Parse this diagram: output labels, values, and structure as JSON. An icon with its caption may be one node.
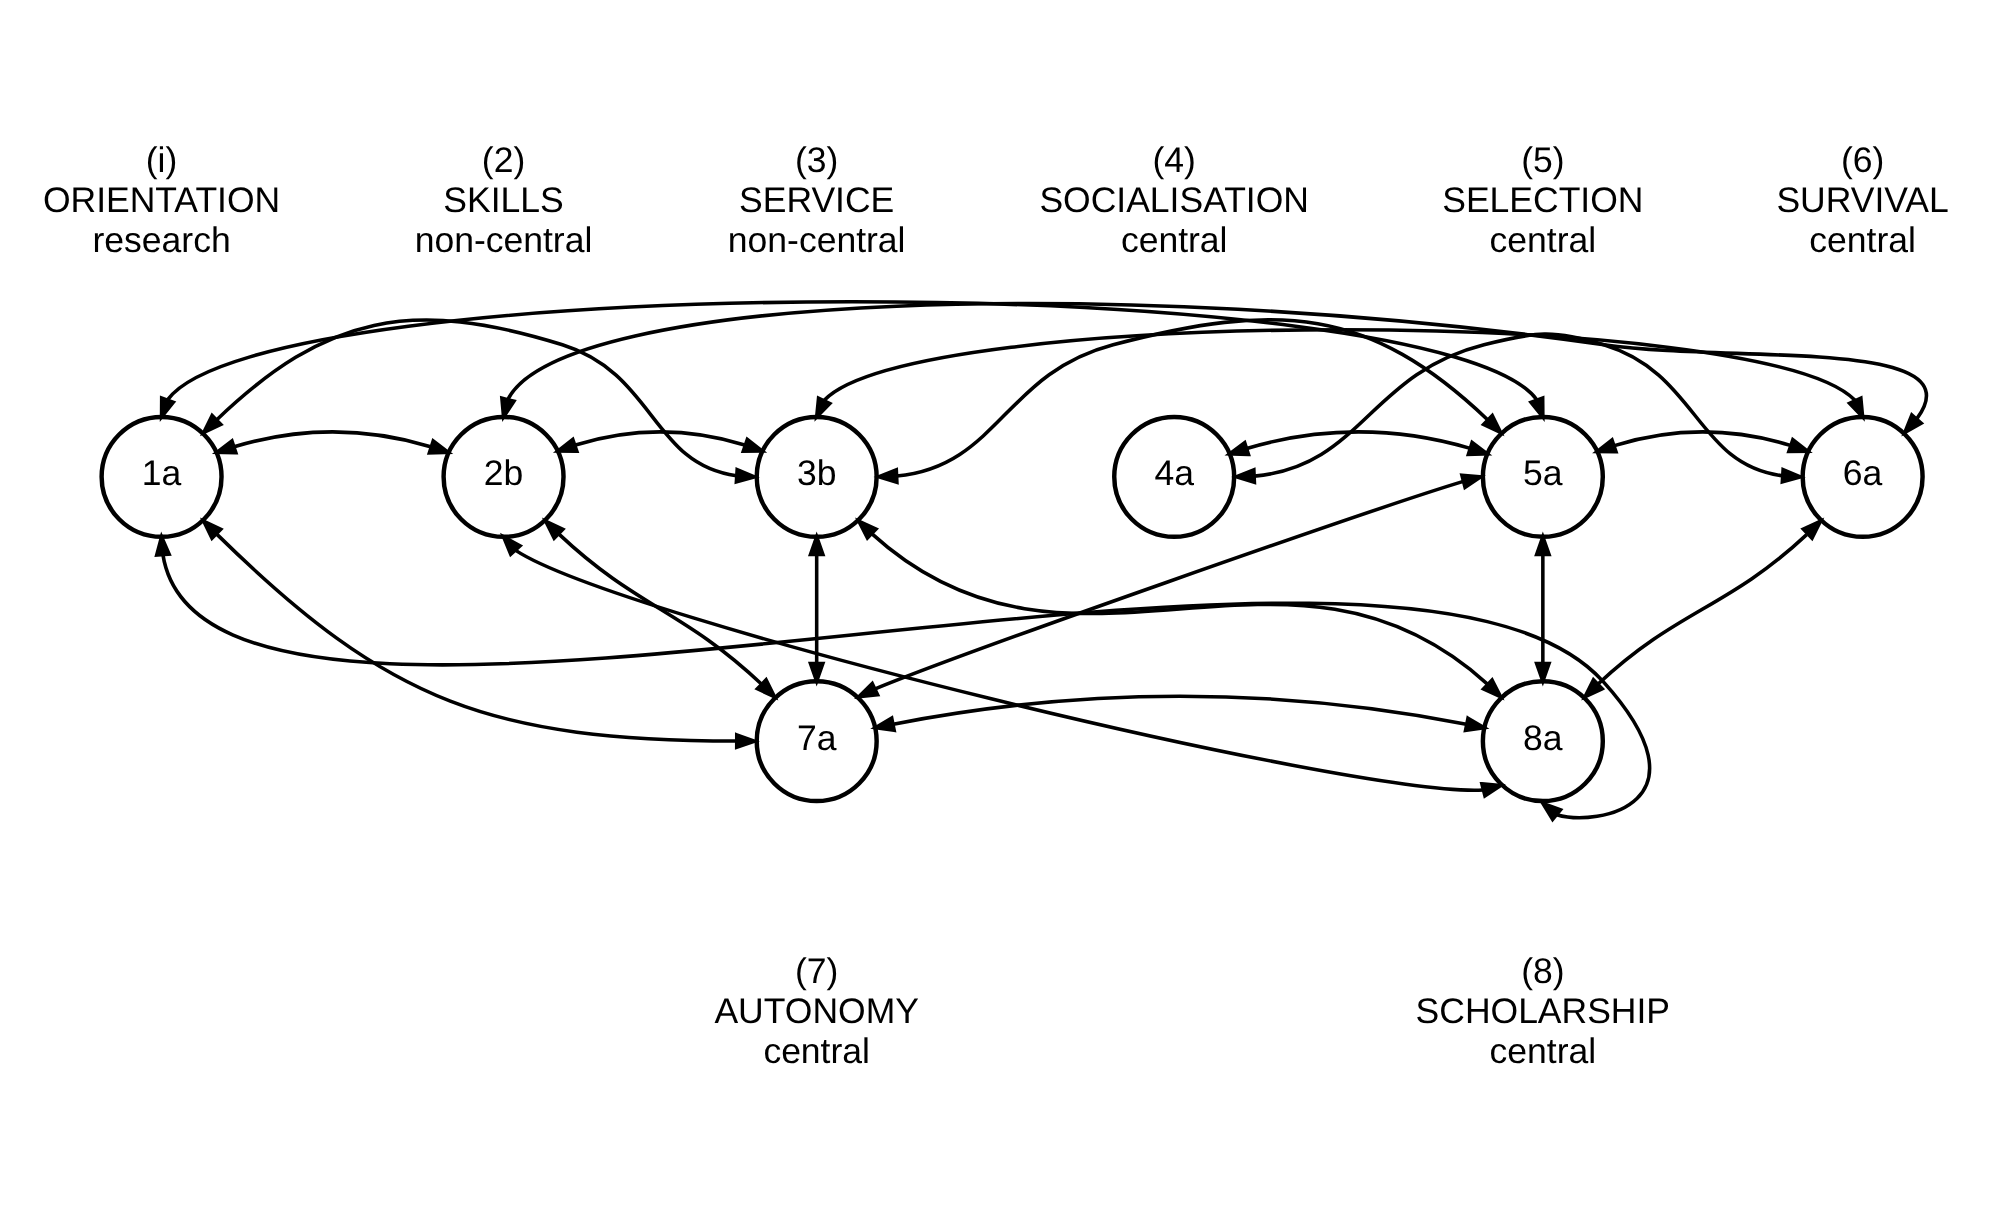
{
  "diagram": {
    "nodes": [
      {
        "text": [
          "1a"
        ]
      },
      {
        "text": [
          "2b"
        ]
      },
      {
        "text": [
          "3b"
        ]
      },
      {
        "text": [
          "4a"
        ]
      },
      {
        "text": [
          "5a"
        ]
      },
      {
        "text": [
          "6a"
        ]
      },
      {
        "text": [
          "7a"
        ]
      },
      {
        "text": [
          "8a"
        ]
      }
    ],
    "edges": [
      {
        "from": 1,
        "to": 5,
        "arrow": "both"
      },
      {
        "from": 2,
        "to": 5,
        "arrow": "both"
      },
      {
        "from": 0,
        "to": 4,
        "arrow": "both"
      },
      {
        "from": 2,
        "to": 4,
        "arrow": "both"
      },
      {
        "from": 6,
        "to": 4,
        "arrow": "both"
      },
      {
        "from": 4,
        "to": 3,
        "arrow": "both"
      },
      {
        "from": 0,
        "to": 2,
        "arrow": "both"
      },
      {
        "from": 0,
        "to": 1,
        "arrow": "both"
      },
      {
        "from": 0,
        "to": 6,
        "arrow": "both"
      },
      {
        "from": 1,
        "to": 2,
        "arrow": "both"
      },
      {
        "from": 1,
        "to": 6,
        "arrow": "both"
      },
      {
        "from": 2,
        "to": 6,
        "arrow": "both"
      },
      {
        "from": 4,
        "to": 5,
        "arrow": "both"
      },
      {
        "from": 3,
        "to": 5,
        "arrow": "both"
      },
      {
        "from": 4,
        "to": 7,
        "arrow": "both"
      },
      {
        "from": 5,
        "to": 7,
        "arrow": "both"
      },
      {
        "from": 6,
        "to": 7,
        "arrow": "both"
      },
      {
        "from": 2,
        "to": 7,
        "arrow": "both"
      },
      {
        "from": 1,
        "to": 7,
        "arrow": "both"
      },
      {
        "from": 0,
        "to": 7,
        "arrow": "both"
      }
    ],
    "labels": [
      "(i)",
      "ORIENTATION",
      "research",
      "(2)",
      "SKILLS",
      "non-central",
      "(3)",
      "SERVICE",
      "non-central",
      "(4)",
      "SOCIALISATION",
      "central",
      "(5)",
      "SELECTION",
      "central",
      "(6)",
      "SURVIVAL",
      "central",
      "(7)",
      "AUTONOMY",
      "central",
      "(8)",
      "SCHOLARSHIP",
      "central"
    ]
  }
}
